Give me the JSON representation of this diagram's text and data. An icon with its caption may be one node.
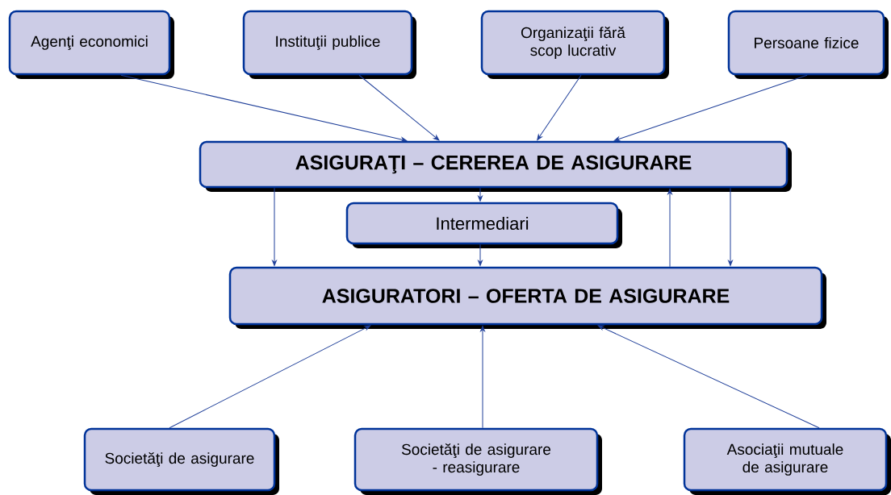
{
  "diagram": {
    "nodes": [
      {
        "text": [
          "Agenţi economici"
        ]
      },
      {
        "text": [
          "Instituţii publice"
        ]
      },
      {
        "text": [
          "Organizaţii fără scop lucrativ"
        ]
      },
      {
        "text": [
          "Persoane fizice"
        ]
      },
      {
        "text": [
          "ASIGURAŢI – CEREREA DE ASIGURARE"
        ]
      },
      {
        "text": [
          "Intermediari"
        ]
      },
      {
        "text": [
          "ASIGURATORI – OFERTA DE ASIGURARE"
        ]
      },
      {
        "text": [
          "Societăţi de asigurare"
        ]
      },
      {
        "text": [
          "Societăţi de asigurare - reasigurare"
        ]
      },
      {
        "text": [
          "Asociaţii mutuale de asigurare"
        ]
      }
    ],
    "edges": [
      {
        "from": 0,
        "to": 4,
        "arrow": "to"
      },
      {
        "from": 1,
        "to": 4,
        "arrow": "to"
      },
      {
        "from": 2,
        "to": 4,
        "arrow": "to"
      },
      {
        "from": 3,
        "to": 4,
        "arrow": "to"
      },
      {
        "from": 4,
        "to": 5,
        "arrow": "to"
      },
      {
        "from": 5,
        "to": 6,
        "arrow": "to"
      },
      {
        "from": 4,
        "to": 6,
        "arrow": "to"
      },
      {
        "from": 6,
        "to": 4,
        "arrow": "to"
      },
      {
        "from": 4,
        "to": 6,
        "arrow": "to"
      },
      {
        "from": 7,
        "to": 6,
        "arrow": "to"
      },
      {
        "from": 8,
        "to": 6,
        "arrow": "to"
      },
      {
        "from": 9,
        "to": 6,
        "arrow": "to"
      }
    ]
  }
}
